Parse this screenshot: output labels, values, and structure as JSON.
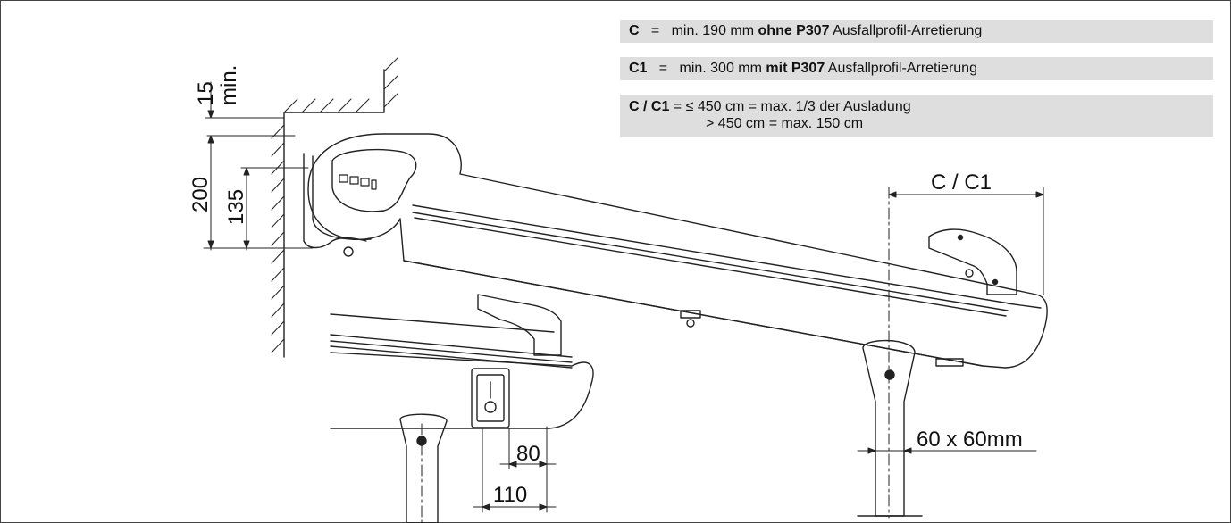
{
  "notes": {
    "c": {
      "label": "C",
      "eq": "=",
      "pre": "min. 190 mm",
      "bold": "ohne P307",
      "post": "Ausfallprofil-Arretierung"
    },
    "c1": {
      "label": "C1",
      "eq": "=",
      "pre": "min. 300 mm",
      "bold": "mit P307",
      "post": "Ausfallprofil-Arretierung"
    },
    "cc": {
      "label": "C / C1",
      "line1": "= ≤ 450 cm = max. 1/3 der Ausladung",
      "line2": "> 450 cm = max. 150 cm"
    }
  },
  "dimensions": {
    "d15": "15",
    "dmin": "min.",
    "d200": "200",
    "d135": "135",
    "dcc": "C / C1",
    "d80": "80",
    "d110": "110",
    "dpost": "60 x 60mm"
  },
  "colors": {
    "note_bg": "#dedede",
    "line": "#222222"
  }
}
